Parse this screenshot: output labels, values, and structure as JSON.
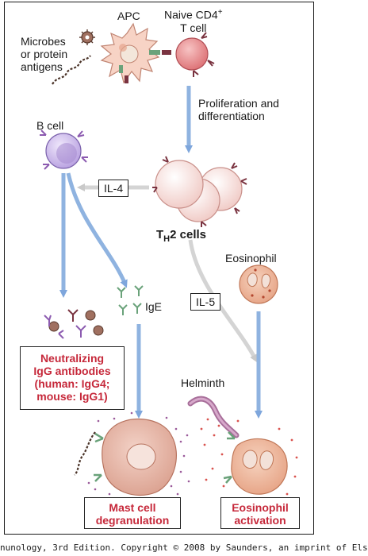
{
  "labels": {
    "microbes_line1": "Microbes",
    "microbes_line2": "or protein",
    "microbes_line3": "antigens",
    "apc": "APC",
    "naive_line1": "Naive CD4",
    "naive_sup": "+",
    "naive_line2": "T cell",
    "prolif_line1": "Proliferation and",
    "prolif_line2": "differentiation",
    "b_cell": "B cell",
    "th2_main": "T",
    "th2_sub": "H",
    "th2_rest": "2 cells",
    "eosinophil": "Eosinophil",
    "ige": "IgE",
    "helminth": "Helminth"
  },
  "cytokines": {
    "il4": "IL-4",
    "il5": "IL-5"
  },
  "outcomes": {
    "neutralizing_line1": "Neutralizing",
    "neutralizing_line2": "IgG antibodies",
    "neutralizing_line3": "(human: IgG4;",
    "neutralizing_line4": "mouse: IgG1)",
    "mast_line1": "Mast cell",
    "mast_line2": "degranulation",
    "eos_line1": "Eosinophil",
    "eos_line2": "activation"
  },
  "footer": "nunology, 3rd Edition. Copyright © 2008 by Saunders, an imprint of Els",
  "colors": {
    "arrow_blue": "#8fb3e0",
    "arrow_gray": "#d4d4d4",
    "outcome_red": "#c6283a",
    "th2_cell": "#f6d9d5",
    "b_cell": "#c9b8e8",
    "naive_cell": "#e78b8e",
    "apc": "#f7d3c5",
    "eosinophil": "#f0b79a",
    "mast_cell": "#e7b6a6",
    "receptor_green": "#6aa27a",
    "receptor_maroon": "#7a3340",
    "receptor_purple": "#8c5bb0"
  }
}
